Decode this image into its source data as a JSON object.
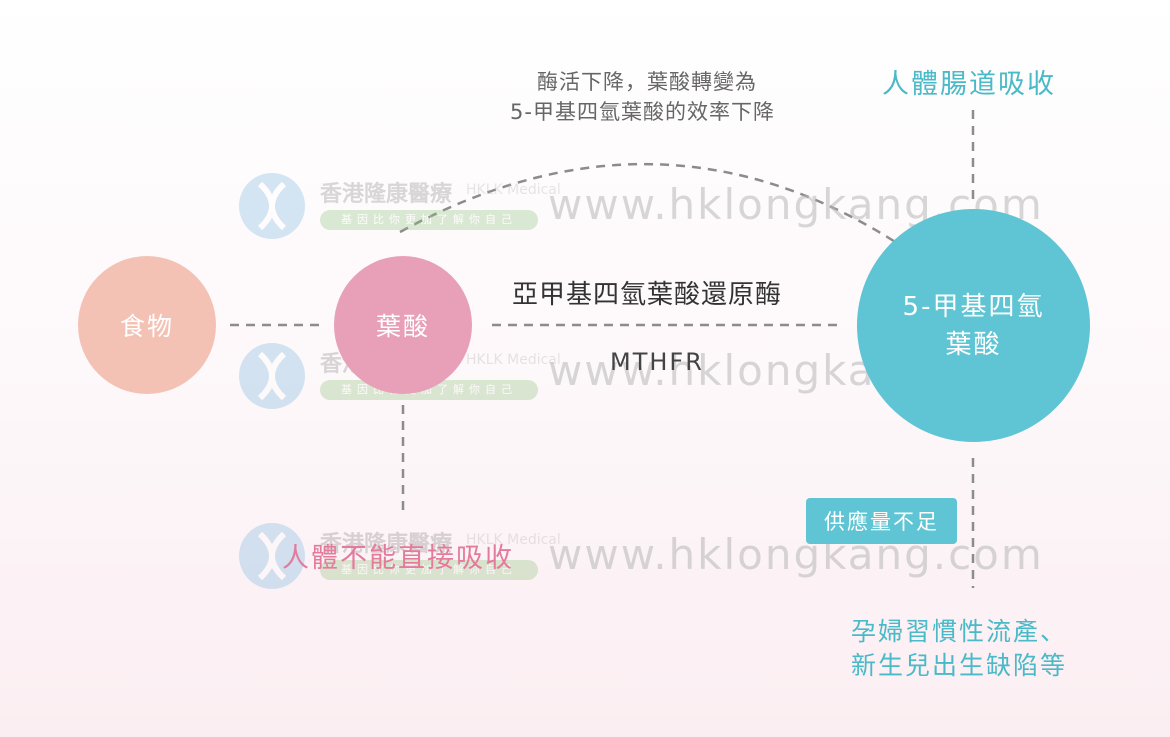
{
  "nodes": {
    "food": "食物",
    "folic_acid": "葉酸",
    "mthf_line1": "5-甲基四氫",
    "mthf_line2": "葉酸"
  },
  "enzyme": {
    "name": "亞甲基四氫葉酸還原酶",
    "abbr": "MTHFR"
  },
  "annotation": {
    "line1": "酶活下降，葉酸轉變為",
    "line2": "5-甲基四氫葉酸的效率下降"
  },
  "absorbed_label": "人體腸道吸收",
  "not_absorbed_label": "人體不能直接吸收",
  "supply_badge": "供應量不足",
  "consequence": {
    "line1": "孕婦習慣性流產、",
    "line2": "新生兒出生缺陷等"
  },
  "watermark": {
    "name": "香港隆康醫療",
    "name_en": "HKLK Medical",
    "tagline": "基因比你更加了解你自己",
    "url": "www.hklongkang.com"
  },
  "colors": {
    "food": "#f4c2b5",
    "folic_acid": "#e7a0b7",
    "mthf": "#5fc4d3",
    "teal_text": "#4ab9c8",
    "pink_text": "#e47b9d",
    "dashed_line": "#8c8c8c"
  }
}
